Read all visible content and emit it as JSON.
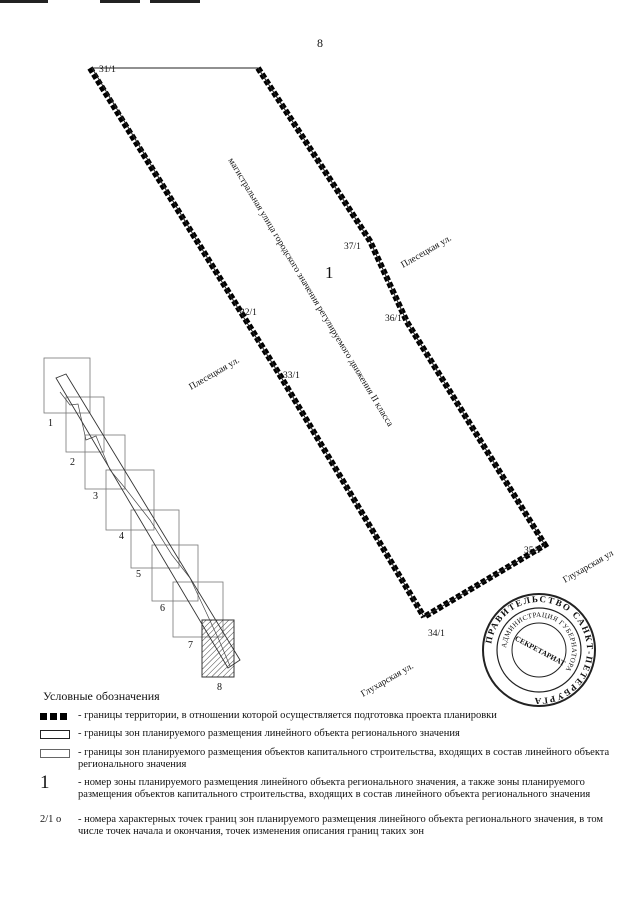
{
  "page_number": "8",
  "zone_number": "1",
  "points": {
    "p31": "31/1",
    "p32": "32/1",
    "p33": "33/1",
    "p34": "34/1",
    "p35": "35/1",
    "p36": "36/1",
    "p37": "37/1"
  },
  "labels": {
    "street_plesetskaya_left": "Плесецкая ул.",
    "street_plesetskaya_right": "Плесецкая ул.",
    "street_glukharskaya_right": "Глухарская ул",
    "street_glukharskaya_bottom": "Глухарская ул.",
    "highway": "магистральная улица городского значения регулируемого движения II класса"
  },
  "key_map": {
    "sheets": [
      "1",
      "2",
      "3",
      "4",
      "5",
      "6",
      "7",
      "8"
    ],
    "highlighted_sheet": "8"
  },
  "stamp": {
    "outer_text": "ПРАВИТЕЛЬСТВО САНКТ-ПЕТЕРБУРГА",
    "inner_text": "АДМИНИСТРАЦИЯ ГУБЕРНАТОРА",
    "center_text": "СЕКРЕТАРИАТ"
  },
  "legend": {
    "title": "Условные обозначения",
    "items": [
      {
        "text": "- границы территории, в отношении которой осуществляется подготовка проекта планировки"
      },
      {
        "text": "- границы зон планируемого размещения линейного объекта регионального значения"
      },
      {
        "text": "- границы зон планируемого размещения объектов капитального строительства, входящих в состав линейного объекта регионального значения"
      },
      {
        "symbol": "1",
        "text": "- номер зоны планируемого размещения линейного объекта регионального значения, а также зоны планируемого размещения объектов капитального строительства, входящих в состав линейного объекта регионального значения"
      },
      {
        "symbol": "2/1 о",
        "text": "- номера характерных точек границ зон планируемого размещения линейного объекта регионального значения, в том числе точек начала и окончания, точек изменения описания границ таких зон"
      }
    ]
  },
  "colors": {
    "ink": "#111111",
    "hatch": "#444444"
  }
}
